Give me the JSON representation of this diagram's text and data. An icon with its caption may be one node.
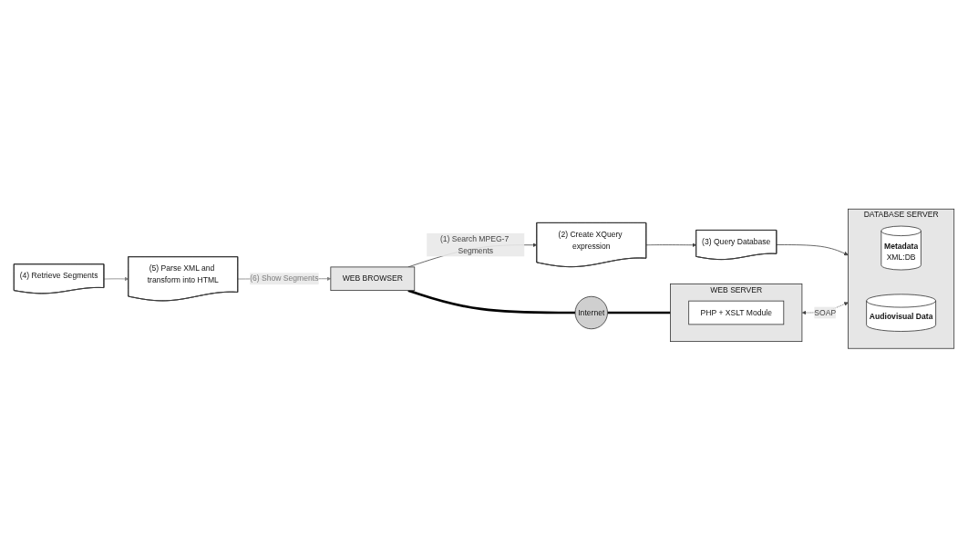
{
  "diagram": {
    "nodes": [
      {
        "text": [
          "WEB BROWSER"
        ]
      },
      {
        "text": [
          "Internet"
        ]
      },
      {
        "text": [
          "WEB SERVER"
        ]
      },
      {
        "text": [
          "(2) Create XQuery expression"
        ]
      },
      {
        "text": [
          "PHP + XSLT Module"
        ],
        "in": 2
      },
      {
        "text": [
          "(3) Query Database"
        ]
      },
      {
        "text": [
          "(5) Parse XML and transform into HTML"
        ]
      },
      {
        "text": [
          "(4) Retrieve Segments"
        ]
      },
      {
        "text": [
          "DATABASE SERVER"
        ]
      },
      {
        "text": [
          "Metadata",
          "XML:DB"
        ],
        "in": 8
      },
      {
        "text": [
          "Audiovisual Data"
        ],
        "in": 8
      }
    ],
    "edges": [
      {
        "from": 0,
        "to": 3,
        "arrow": "to",
        "label": "(1) Search MPEG-7 Segments"
      },
      {
        "from": 3,
        "to": 5,
        "arrow": "to"
      },
      {
        "from": 5,
        "to": 8,
        "arrow": "to"
      },
      {
        "from": 7,
        "to": 6,
        "arrow": "to",
        "color": "#808080"
      },
      {
        "from": 6,
        "to": 0,
        "arrow": "to",
        "label": "(6) Show Segments",
        "color": "#808080"
      },
      {
        "from": 2,
        "to": 8,
        "arrow": "both",
        "label": "SOAP",
        "style": "dashed"
      },
      {
        "from": 0,
        "to": 1,
        "arrow": "none",
        "style": "thick"
      },
      {
        "from": 1,
        "to": 2,
        "arrow": "none",
        "style": "thick"
      }
    ]
  }
}
